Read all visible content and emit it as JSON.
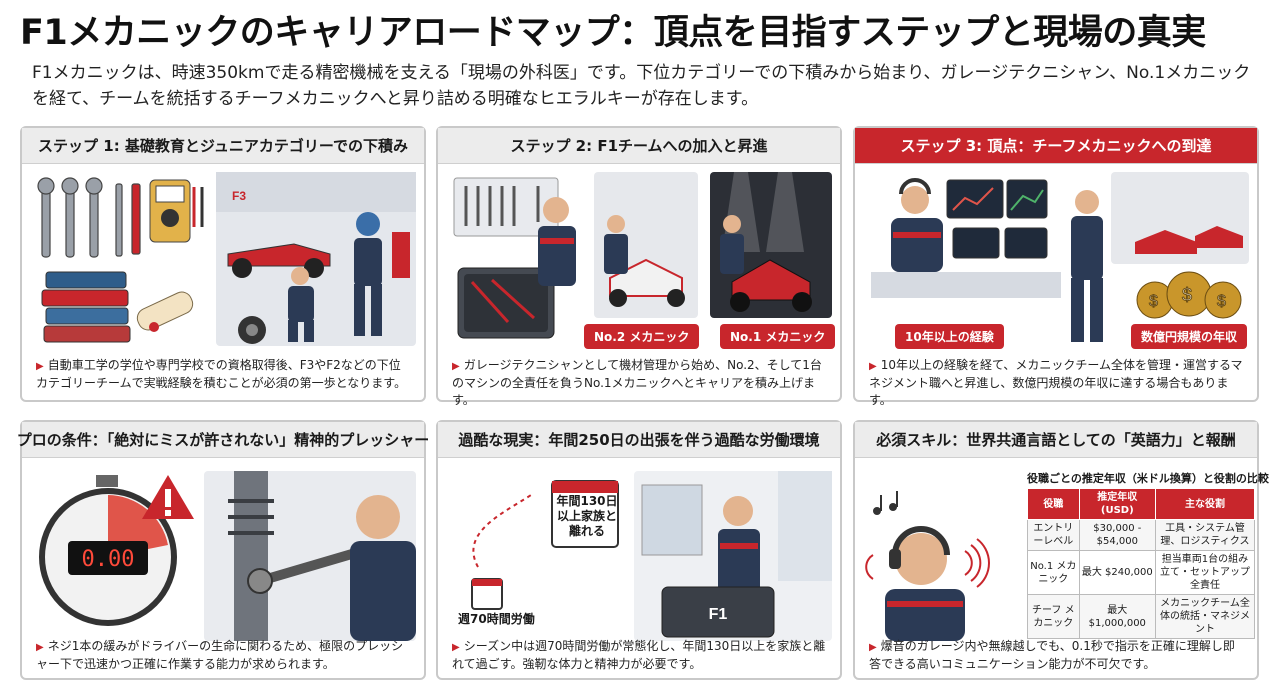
{
  "title": "F1メカニックのキャリアロードマップ：頂点を目指すステップと現場の真実",
  "intro": "F1メカニックは、時速350kmで走る精密機械を支える「現場の外科医」です。下位カテゴリーでの下積みから始まり、ガレージテクニシャン、No.1メカニックを経て、チームを統括するチーフメカニックへと昇り詰める明確なヒエラルキーが存在します。",
  "colors": {
    "accent": "#c8262c",
    "navy": "#2b3a55",
    "panel_border": "#c9c9c9"
  },
  "panels": {
    "step1": {
      "header": "ステップ 1: 基礎教育とジュニアカテゴリーでの下積み",
      "car_logo": "F3",
      "text": "自動車工学の学位や専門学校での資格取得後、F3やF2などの下位カテゴリーチームで実戦経験を積むことが必須の第一歩となります。",
      "icons": [
        "wrench-icon",
        "multimeter-icon",
        "books-icon",
        "diploma-icon"
      ]
    },
    "step2": {
      "header": "ステップ 2: F1チームへの加入と昇進",
      "tag_no2": "No.2 メカニック",
      "tag_no1": "No.1 メカニック",
      "text": "ガレージテクニシャンとして機材管理から始め、No.2、そして1台のマシンの全責任を負うNo.1メカニックへとキャリアを積み上げます。"
    },
    "step3": {
      "header": "ステップ 3: 頂点：チーフメカニックへの到達",
      "tag_exp": "10年以上の経験",
      "tag_salary": "数億円規模の年収",
      "text": "10年以上の経験を経て、メカニックチーム全体を管理・運営するマネジメント職へと昇進し、数億円規模の年収に達する場合もあります。"
    },
    "pressure": {
      "header": "プロの条件：「絶対にミスが許されない」精神的プレッシャー",
      "timer": "0.00",
      "text": "ネジ1本の緩みがドライバーの生命に関わるため、極限のプレッシャー下で迅速かつ正確に作業する能力が求められます。"
    },
    "labor": {
      "header": "過酷な現実：年間250日の出張を伴う過酷な労働環境",
      "calendar_text": "年間130日以上家族と離れる",
      "weekly": "週70時間労働",
      "text": "シーズン中は週70時間労働が常態化し、年間130日以上を家族と離れて過ごす。強靭な体力と精神力が必要です。"
    },
    "skills": {
      "header": "必須スキル：世界共通言語としての「英語力」と報酬",
      "table_title": "役職ごとの推定年収（米ドル換算）と役割の比較",
      "table_headers": [
        "役職",
        "推定年収 (USD)",
        "主な役割"
      ],
      "table_rows": [
        [
          "エントリーレベル",
          "$30,000 - $54,000",
          "工具・システム管理、ロジスティクス"
        ],
        [
          "No.1 メカニック",
          "最大 $240,000",
          "担当車両1台の組み立て・セットアップ全責任"
        ],
        [
          "チーフ メカニック",
          "最大 $1,000,000",
          "メカニックチーム全体の統括・マネジメント"
        ]
      ],
      "text": "爆音のガレージ内や無線越しでも、0.1秒で指示を正確に理解し即答できる高いコミュニケーション能力が不可欠です。"
    }
  }
}
